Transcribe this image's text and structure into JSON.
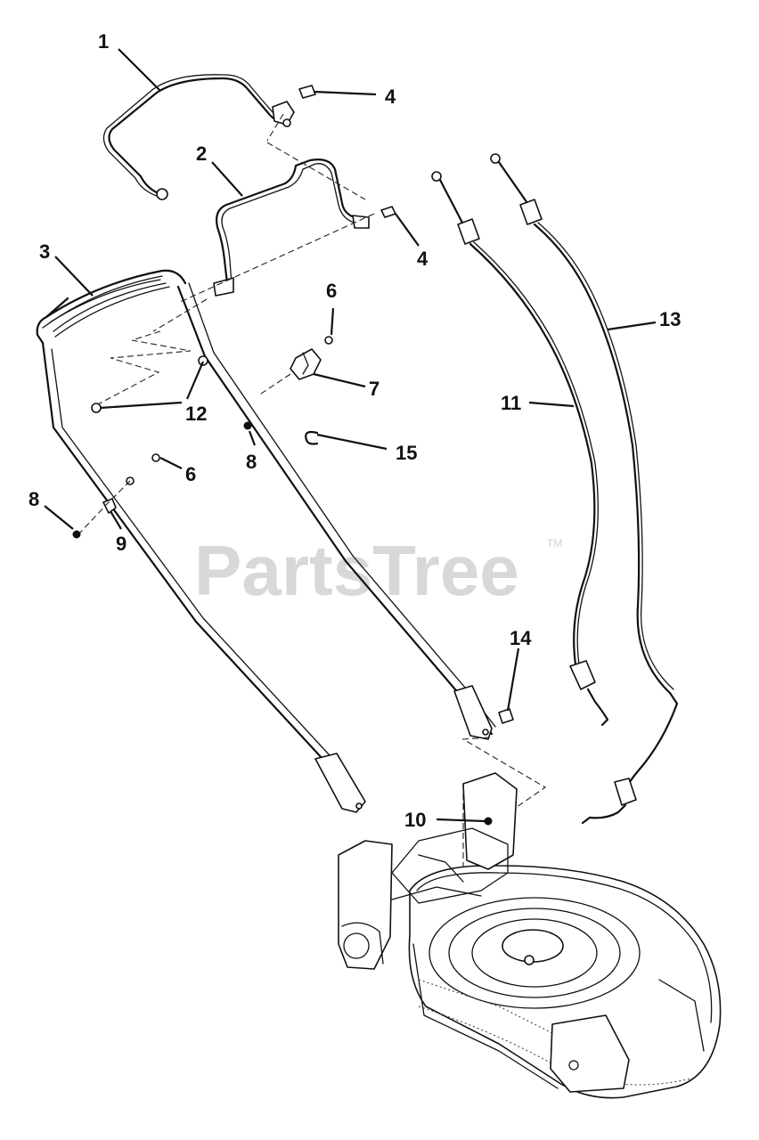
{
  "watermark": {
    "text": "PartsTree",
    "trademark": "TM",
    "color": "#d8d8d8"
  },
  "callouts": [
    "1",
    "2",
    "3",
    "4",
    "4",
    "6",
    "7",
    "12",
    "8",
    "15",
    "6",
    "8",
    "9",
    "11",
    "13",
    "14",
    "10"
  ]
}
